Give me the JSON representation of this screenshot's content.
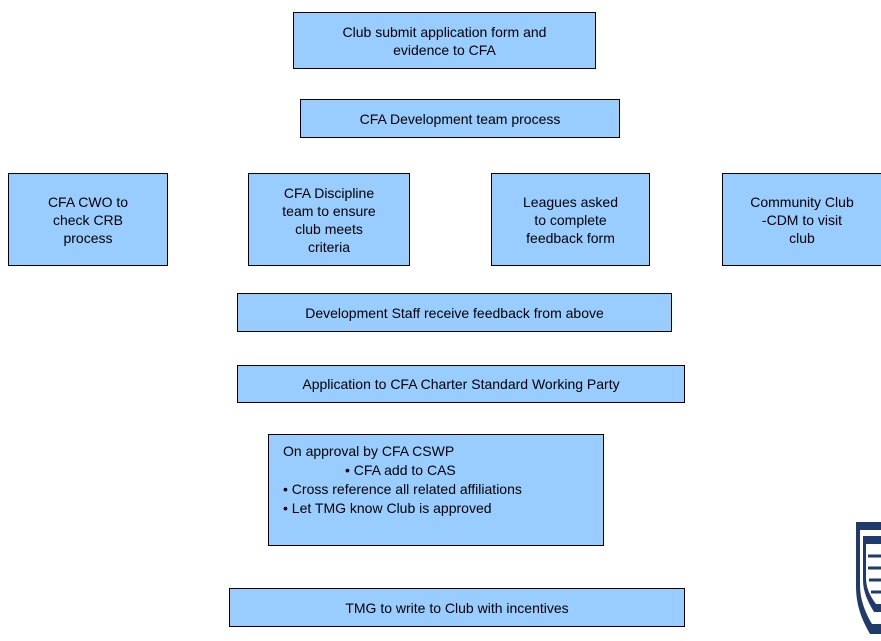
{
  "flowchart": {
    "step1": [
      "Club submit application form and",
      "evidence to CFA"
    ],
    "step2": [
      "CFA Development team process"
    ],
    "checks": [
      [
        "CFA CWO to",
        "check CRB",
        "process"
      ],
      [
        "CFA Discipline",
        "team to ensure",
        "club meets",
        "criteria"
      ],
      [
        "Leagues asked",
        "to complete",
        "feedback form"
      ],
      [
        "Community Club",
        "-CDM to visit",
        "club"
      ]
    ],
    "step4": [
      "Development Staff receive feedback from above"
    ],
    "step5": [
      "Application to CFA Charter Standard Working Party"
    ],
    "approval": {
      "heading": "On approval by CFA CSWP",
      "bullets": [
        "CFA add to CAS",
        "Cross reference all related affiliations",
        "Let TMG know Club is approved"
      ]
    },
    "step7": [
      "TMG to write to Club with incentives"
    ]
  },
  "colors": {
    "box_fill": "#99ccff",
    "box_border": "#000000",
    "crest_navy": "#1f3a6b"
  },
  "icons": {
    "crest": "shield-crest-icon"
  }
}
